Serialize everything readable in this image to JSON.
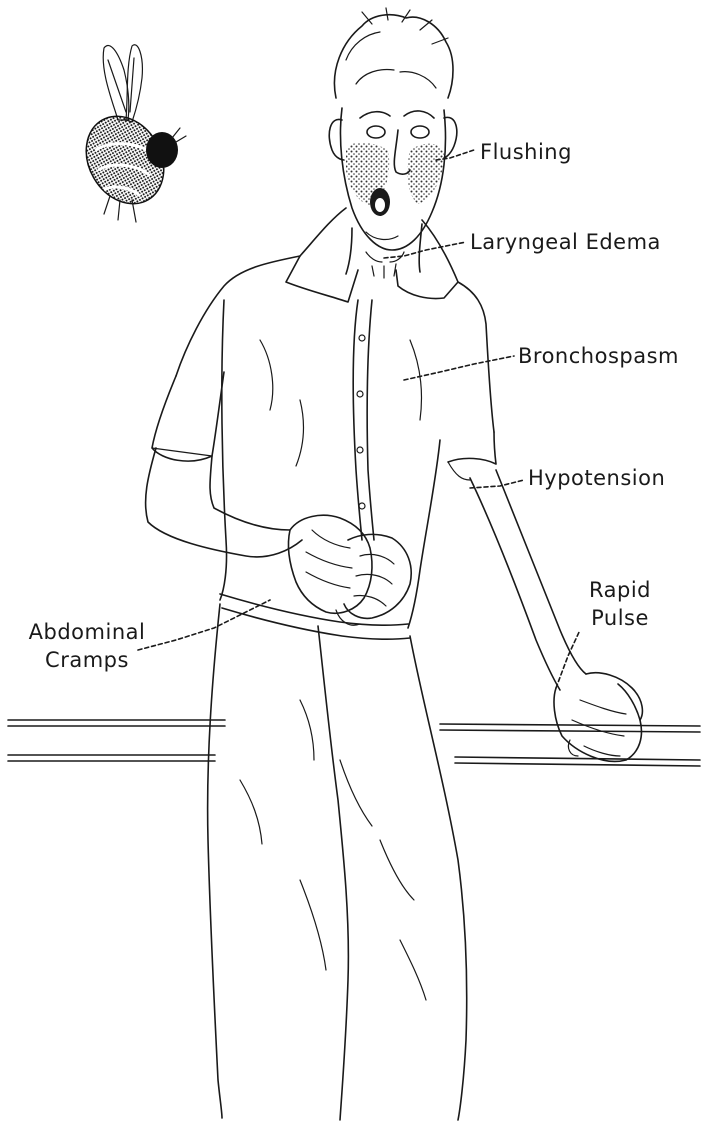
{
  "labels": {
    "flushing": "Flushing",
    "laryngeal_edema": "Laryngeal Edema",
    "bronchospasm": "Bronchospasm",
    "hypotension": "Hypotension",
    "rapid_pulse": "Rapid\nPulse",
    "abdominal_cramps": "Abdominal\nCramps"
  }
}
